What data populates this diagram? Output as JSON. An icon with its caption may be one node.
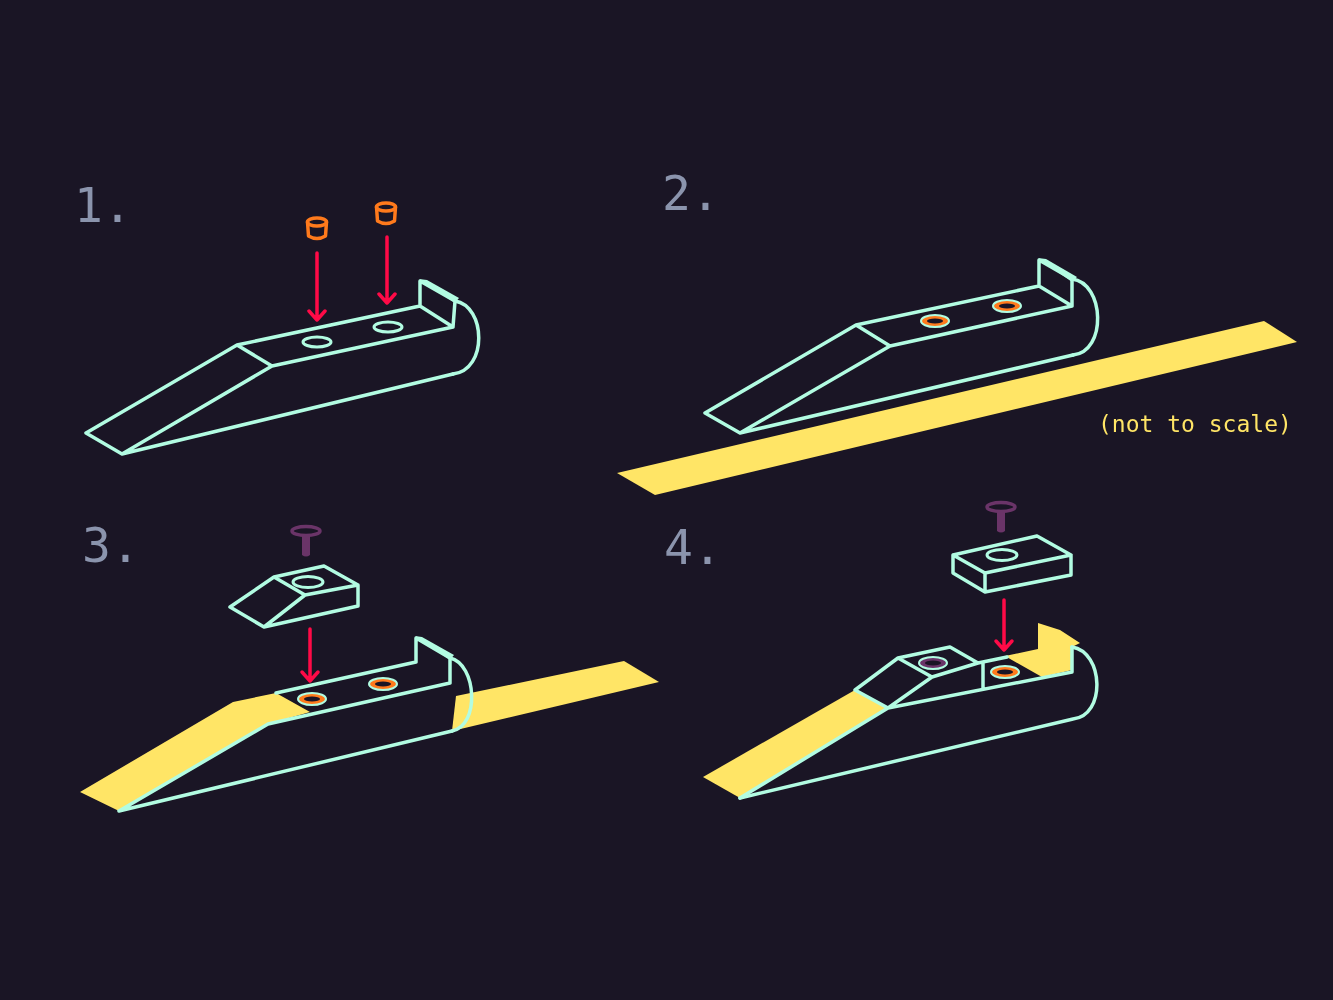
{
  "diagram": {
    "labels": [
      "1.",
      "2.",
      "(not to scale)",
      "3.",
      "4."
    ]
  }
}
